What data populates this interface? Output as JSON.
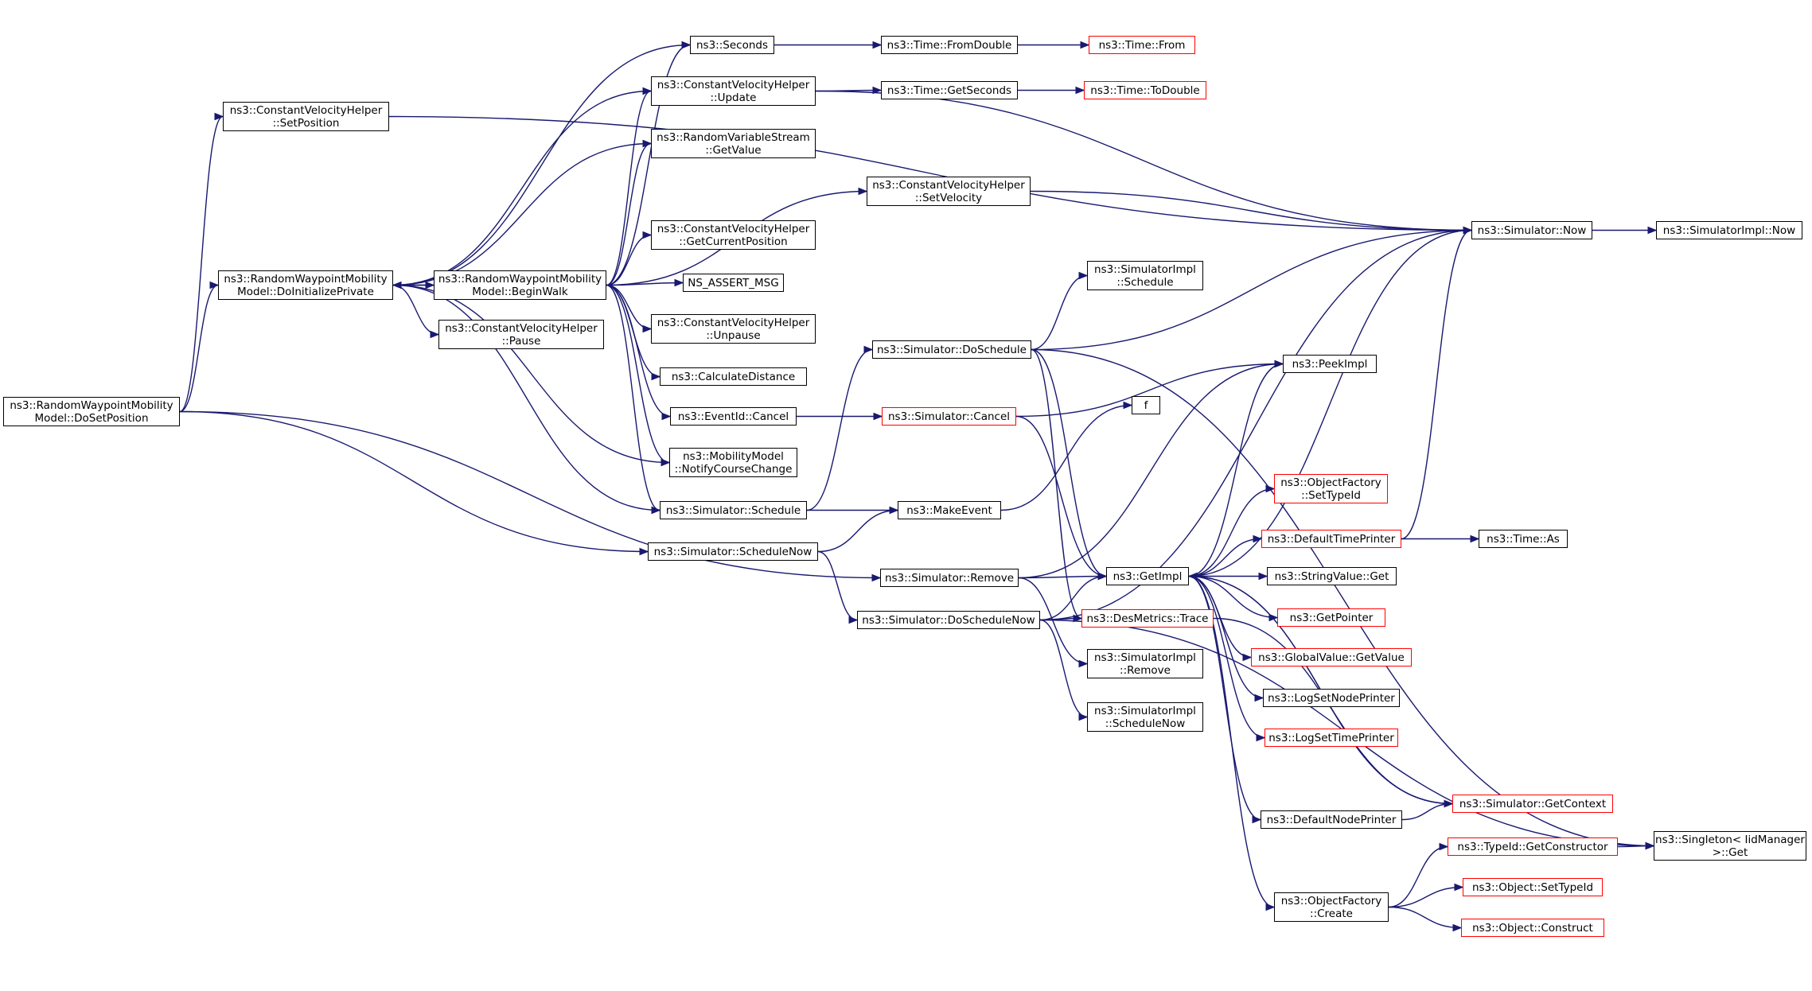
{
  "nodes": [
    {
      "id": "root",
      "label": "ns3::RandomWaypointMobility\nModel::DoSetPosition",
      "style": "root"
    },
    {
      "id": "cvh_setpos",
      "label": "ns3::ConstantVelocityHelper\n::SetPosition",
      "style": "normal"
    },
    {
      "id": "doinit",
      "label": "ns3::RandomWaypointMobility\nModel::DoInitializePrivate",
      "style": "normal"
    },
    {
      "id": "beginwalk",
      "label": "ns3::RandomWaypointMobility\nModel::BeginWalk",
      "style": "normal"
    },
    {
      "id": "cvh_pause",
      "label": "ns3::ConstantVelocityHelper\n::Pause",
      "style": "normal"
    },
    {
      "id": "seconds",
      "label": "ns3::Seconds",
      "style": "normal"
    },
    {
      "id": "cvh_update",
      "label": "ns3::ConstantVelocityHelper\n::Update",
      "style": "normal"
    },
    {
      "id": "rvs_getvalue",
      "label": "ns3::RandomVariableStream\n::GetValue",
      "style": "normal"
    },
    {
      "id": "cvh_getcur",
      "label": "ns3::ConstantVelocityHelper\n::GetCurrentPosition",
      "style": "normal"
    },
    {
      "id": "ns_assert",
      "label": "NS_ASSERT_MSG",
      "style": "normal"
    },
    {
      "id": "cvh_unpause",
      "label": "ns3::ConstantVelocityHelper\n::Unpause",
      "style": "normal"
    },
    {
      "id": "calcdist",
      "label": "ns3::CalculateDistance",
      "style": "normal"
    },
    {
      "id": "eventid_cancel",
      "label": "ns3::EventId::Cancel",
      "style": "normal"
    },
    {
      "id": "mm_notify",
      "label": "ns3::MobilityModel\n::NotifyCourseChange",
      "style": "normal"
    },
    {
      "id": "sim_schedule",
      "label": "ns3::Simulator::Schedule",
      "style": "normal"
    },
    {
      "id": "sim_schedulenow",
      "label": "ns3::Simulator::ScheduleNow",
      "style": "normal"
    },
    {
      "id": "time_fromdouble",
      "label": "ns3::Time::FromDouble",
      "style": "normal"
    },
    {
      "id": "time_getseconds",
      "label": "ns3::Time::GetSeconds",
      "style": "normal"
    },
    {
      "id": "time_from",
      "label": "ns3::Time::From",
      "style": "red"
    },
    {
      "id": "time_todouble",
      "label": "ns3::Time::ToDouble",
      "style": "red"
    },
    {
      "id": "cvh_setvel",
      "label": "ns3::ConstantVelocityHelper\n::SetVelocity",
      "style": "normal"
    },
    {
      "id": "sim_doschedule",
      "label": "ns3::Simulator::DoSchedule",
      "style": "normal"
    },
    {
      "id": "simimpl_schedule",
      "label": "ns3::SimulatorImpl\n::Schedule",
      "style": "normal"
    },
    {
      "id": "sim_cancel",
      "label": "ns3::Simulator::Cancel",
      "style": "red"
    },
    {
      "id": "makeevent",
      "label": "ns3::MakeEvent",
      "style": "normal"
    },
    {
      "id": "sim_remove",
      "label": "ns3::Simulator::Remove",
      "style": "normal"
    },
    {
      "id": "sim_doschedulenow",
      "label": "ns3::Simulator::DoScheduleNow",
      "style": "normal"
    },
    {
      "id": "f",
      "label": "f",
      "style": "normal"
    },
    {
      "id": "peekimpl",
      "label": "ns3::PeekImpl",
      "style": "normal"
    },
    {
      "id": "getimpl",
      "label": "ns3::GetImpl",
      "style": "normal"
    },
    {
      "id": "desmetrics",
      "label": "ns3::DesMetrics::Trace",
      "style": "red"
    },
    {
      "id": "simimpl_remove",
      "label": "ns3::SimulatorImpl\n::Remove",
      "style": "normal"
    },
    {
      "id": "simimpl_schedulenow",
      "label": "ns3::SimulatorImpl\n::ScheduleNow",
      "style": "normal"
    },
    {
      "id": "sim_now",
      "label": "ns3::Simulator::Now",
      "style": "normal"
    },
    {
      "id": "simimpl_now",
      "label": "ns3::SimulatorImpl::Now",
      "style": "normal"
    },
    {
      "id": "of_settypeid",
      "label": "ns3::ObjectFactory\n::SetTypeId",
      "style": "red"
    },
    {
      "id": "defaulttimeprinter",
      "label": "ns3::DefaultTimePrinter",
      "style": "red"
    },
    {
      "id": "time_as",
      "label": "ns3::Time::As",
      "style": "normal"
    },
    {
      "id": "stringvalue_get",
      "label": "ns3::StringValue::Get",
      "style": "normal"
    },
    {
      "id": "getpointer",
      "label": "ns3::GetPointer",
      "style": "red"
    },
    {
      "id": "globalvalue_get",
      "label": "ns3::GlobalValue::GetValue",
      "style": "red"
    },
    {
      "id": "logsetnodeprinter",
      "label": "ns3::LogSetNodePrinter",
      "style": "normal"
    },
    {
      "id": "logsettimeprinter",
      "label": "ns3::LogSetTimePrinter",
      "style": "red"
    },
    {
      "id": "sim_getcontext",
      "label": "ns3::Simulator::GetContext",
      "style": "red"
    },
    {
      "id": "defaultnodeprinter",
      "label": "ns3::DefaultNodePrinter",
      "style": "normal"
    },
    {
      "id": "typeid_getctor",
      "label": "ns3::TypeId::GetConstructor",
      "style": "red"
    },
    {
      "id": "singleton_get",
      "label": "ns3::Singleton< IidManager\n>::Get",
      "style": "normal"
    },
    {
      "id": "obj_settypeid",
      "label": "ns3::Object::SetTypeId",
      "style": "red"
    },
    {
      "id": "of_create",
      "label": "ns3::ObjectFactory\n::Create",
      "style": "normal"
    },
    {
      "id": "obj_construct",
      "label": "ns3::Object::Construct",
      "style": "red"
    }
  ],
  "edges": [
    [
      "root",
      "cvh_setpos"
    ],
    [
      "root",
      "doinit"
    ],
    [
      "root",
      "sim_schedulenow"
    ],
    [
      "root",
      "sim_remove"
    ],
    [
      "cvh_setpos",
      "sim_now"
    ],
    [
      "doinit",
      "beginwalk"
    ],
    [
      "doinit",
      "seconds"
    ],
    [
      "doinit",
      "cvh_update"
    ],
    [
      "doinit",
      "rvs_getvalue"
    ],
    [
      "doinit",
      "cvh_pause"
    ],
    [
      "doinit",
      "mm_notify"
    ],
    [
      "doinit",
      "sim_schedule"
    ],
    [
      "beginwalk",
      "doinit"
    ],
    [
      "beginwalk",
      "seconds"
    ],
    [
      "beginwalk",
      "cvh_update"
    ],
    [
      "beginwalk",
      "rvs_getvalue"
    ],
    [
      "beginwalk",
      "cvh_setvel"
    ],
    [
      "beginwalk",
      "cvh_getcur"
    ],
    [
      "beginwalk",
      "ns_assert"
    ],
    [
      "beginwalk",
      "cvh_unpause"
    ],
    [
      "beginwalk",
      "calcdist"
    ],
    [
      "beginwalk",
      "eventid_cancel"
    ],
    [
      "beginwalk",
      "mm_notify"
    ],
    [
      "beginwalk",
      "sim_schedule"
    ],
    [
      "seconds",
      "time_fromdouble"
    ],
    [
      "time_fromdouble",
      "time_from"
    ],
    [
      "cvh_update",
      "time_getseconds"
    ],
    [
      "cvh_update",
      "sim_now"
    ],
    [
      "time_getseconds",
      "time_todouble"
    ],
    [
      "cvh_setvel",
      "sim_now"
    ],
    [
      "eventid_cancel",
      "sim_cancel"
    ],
    [
      "sim_schedule",
      "makeevent"
    ],
    [
      "sim_schedule",
      "sim_doschedule"
    ],
    [
      "sim_schedulenow",
      "makeevent"
    ],
    [
      "sim_schedulenow",
      "sim_doschedulenow"
    ],
    [
      "sim_doschedule",
      "sim_now"
    ],
    [
      "sim_doschedule",
      "simimpl_schedule"
    ],
    [
      "sim_doschedule",
      "singleton_get"
    ],
    [
      "sim_doschedule",
      "getimpl"
    ],
    [
      "sim_doschedule",
      "desmetrics"
    ],
    [
      "sim_cancel",
      "peekimpl"
    ],
    [
      "sim_cancel",
      "getimpl"
    ],
    [
      "makeevent",
      "f"
    ],
    [
      "sim_remove",
      "peekimpl"
    ],
    [
      "sim_remove",
      "getimpl"
    ],
    [
      "sim_remove",
      "simimpl_remove"
    ],
    [
      "sim_doschedulenow",
      "sim_now"
    ],
    [
      "sim_doschedulenow",
      "getimpl"
    ],
    [
      "sim_doschedulenow",
      "desmetrics"
    ],
    [
      "sim_doschedulenow",
      "simimpl_schedulenow"
    ],
    [
      "sim_doschedulenow",
      "singleton_get"
    ],
    [
      "getimpl",
      "peekimpl"
    ],
    [
      "getimpl",
      "sim_now"
    ],
    [
      "getimpl",
      "of_settypeid"
    ],
    [
      "getimpl",
      "defaulttimeprinter"
    ],
    [
      "getimpl",
      "stringvalue_get"
    ],
    [
      "getimpl",
      "getpointer"
    ],
    [
      "getimpl",
      "globalvalue_get"
    ],
    [
      "getimpl",
      "logsetnodeprinter"
    ],
    [
      "getimpl",
      "logsettimeprinter"
    ],
    [
      "getimpl",
      "defaultnodeprinter"
    ],
    [
      "getimpl",
      "of_create"
    ],
    [
      "getimpl",
      "sim_getcontext"
    ],
    [
      "desmetrics",
      "sim_getcontext"
    ],
    [
      "defaulttimeprinter",
      "sim_now"
    ],
    [
      "defaulttimeprinter",
      "time_as"
    ],
    [
      "defaultnodeprinter",
      "sim_getcontext"
    ],
    [
      "sim_getcontext",
      "getimpl"
    ],
    [
      "sim_now",
      "simimpl_now"
    ],
    [
      "of_create",
      "typeid_getctor"
    ],
    [
      "of_create",
      "obj_settypeid"
    ],
    [
      "of_create",
      "obj_construct"
    ],
    [
      "typeid_getctor",
      "singleton_get"
    ]
  ]
}
